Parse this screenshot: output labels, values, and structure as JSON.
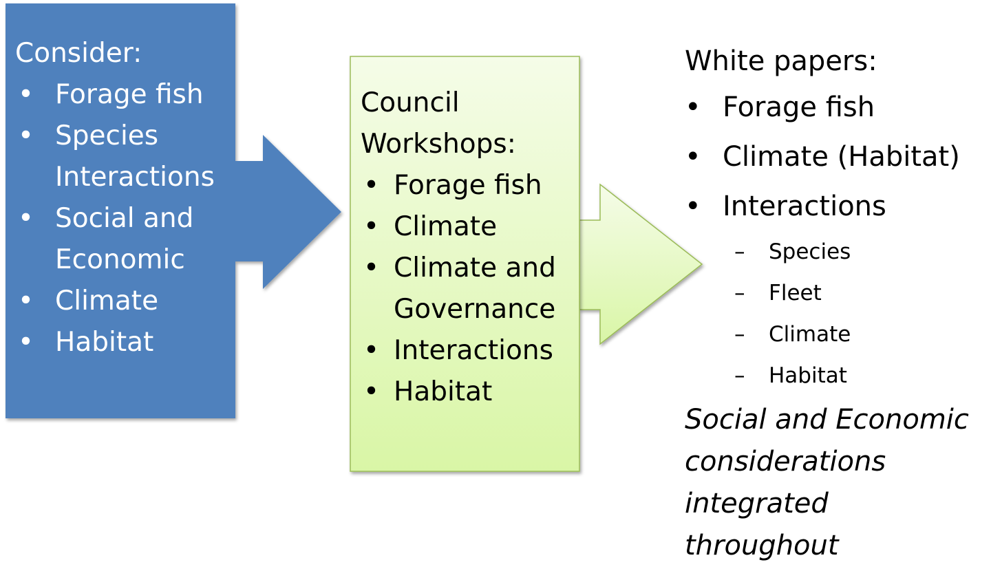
{
  "colors": {
    "left_fill": "#4f81bd",
    "middle_fill_top": "#f5fce8",
    "middle_fill_bottom": "#d9f6a6",
    "middle_border": "#9bbb59"
  },
  "left": {
    "heading": "Consider:",
    "items": [
      {
        "bullet": "•",
        "label": "Forage fish"
      },
      {
        "bullet": "•",
        "label": "Species Interactions"
      },
      {
        "bullet": "•",
        "label": "Social and Economic"
      },
      {
        "bullet": "•",
        "label": "Climate"
      },
      {
        "bullet": "•",
        "label": "Habitat"
      }
    ]
  },
  "middle": {
    "heading": "Council Workshops:",
    "items": [
      {
        "bullet": "•",
        "label": "Forage fish"
      },
      {
        "bullet": "•",
        "label": "Climate"
      },
      {
        "bullet": "•",
        "label": "Climate and Governance"
      },
      {
        "bullet": "•",
        "label": "Interactions"
      },
      {
        "bullet": "•",
        "label": "Habitat"
      }
    ]
  },
  "right": {
    "heading": "White papers:",
    "items": [
      {
        "bullet": "•",
        "label": "Forage fish"
      },
      {
        "bullet": "•",
        "label": "Climate (Habitat)"
      },
      {
        "bullet": "•",
        "label": "Interactions"
      }
    ],
    "sub_items": [
      {
        "bullet": "–",
        "label": "Species"
      },
      {
        "bullet": "–",
        "label": "Fleet"
      },
      {
        "bullet": "–",
        "label": "Climate"
      },
      {
        "bullet": "–",
        "label": "Habitat"
      }
    ],
    "note": "Social and Economic considerations integrated throughout"
  }
}
